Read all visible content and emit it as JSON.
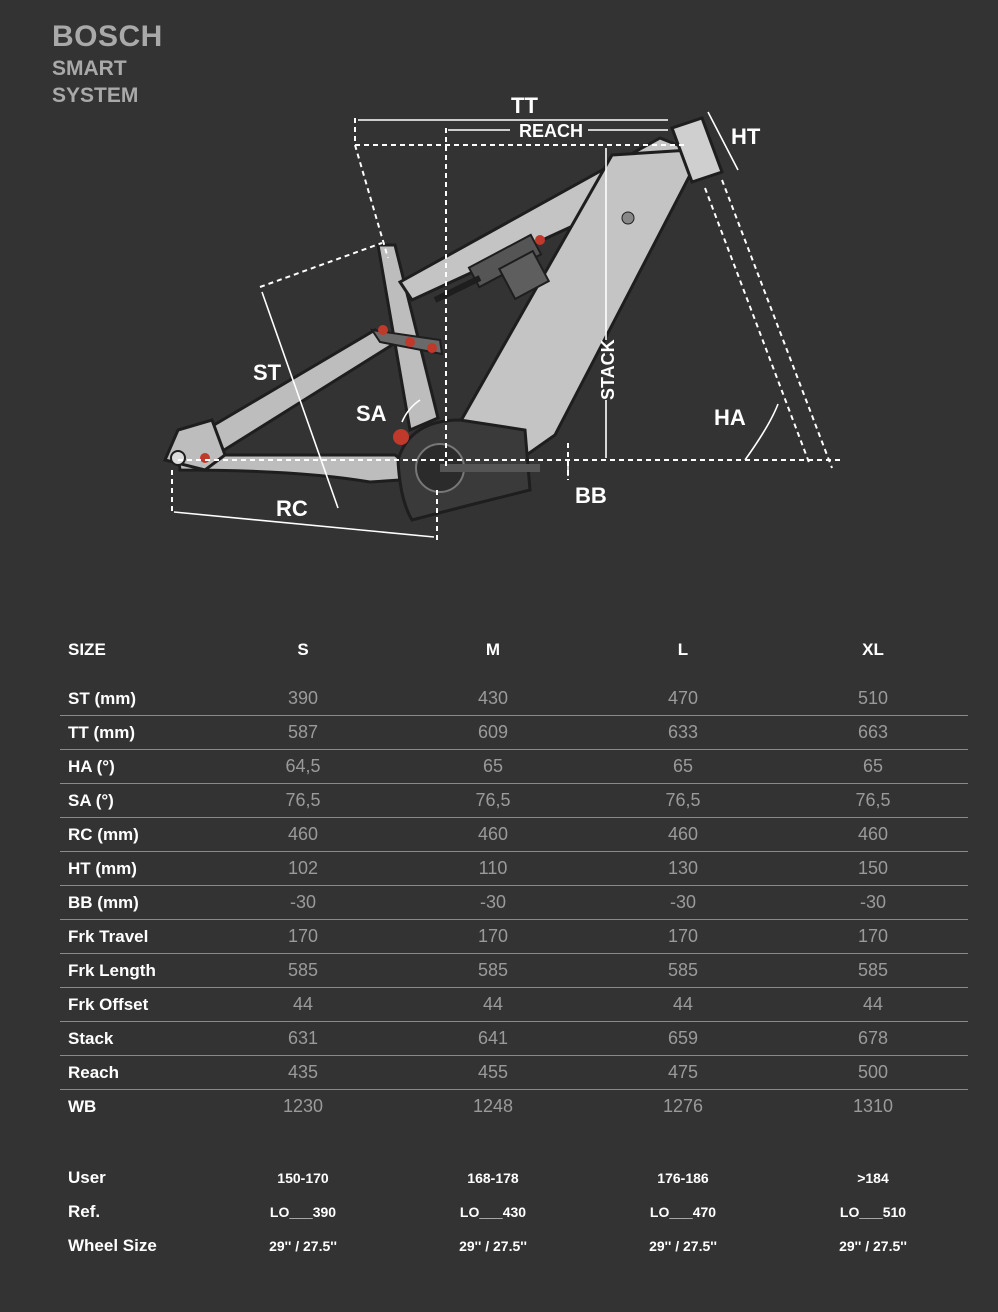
{
  "brand": {
    "line1": "BOSCH",
    "line2": "SMART",
    "line3": "SYSTEM"
  },
  "diagram": {
    "labels": {
      "tt": "TT",
      "reach": "REACH",
      "ht": "HT",
      "st": "ST",
      "sa": "SA",
      "stack": "STACK",
      "ha": "HA",
      "rc": "RC",
      "bb": "BB"
    }
  },
  "table": {
    "header": {
      "label": "SIZE",
      "sizes": [
        "S",
        "M",
        "L",
        "XL"
      ]
    },
    "rows": [
      {
        "label": "ST (mm)",
        "values": [
          "390",
          "430",
          "470",
          "510"
        ]
      },
      {
        "label": "TT (mm)",
        "values": [
          "587",
          "609",
          "633",
          "663"
        ]
      },
      {
        "label": "HA (°)",
        "values": [
          "64,5",
          "65",
          "65",
          "65"
        ]
      },
      {
        "label": "SA (°)",
        "values": [
          "76,5",
          "76,5",
          "76,5",
          "76,5"
        ]
      },
      {
        "label": "RC (mm)",
        "values": [
          "460",
          "460",
          "460",
          "460"
        ]
      },
      {
        "label": "HT (mm)",
        "values": [
          "102",
          "110",
          "130",
          "150"
        ]
      },
      {
        "label": "BB (mm)",
        "values": [
          "-30",
          "-30",
          "-30",
          "-30"
        ]
      },
      {
        "label": "Frk Travel",
        "values": [
          "170",
          "170",
          "170",
          "170"
        ]
      },
      {
        "label": "Frk Length",
        "values": [
          "585",
          "585",
          "585",
          "585"
        ]
      },
      {
        "label": "Frk Offset",
        "values": [
          "44",
          "44",
          "44",
          "44"
        ]
      },
      {
        "label": "Stack",
        "values": [
          "631",
          "641",
          "659",
          "678"
        ]
      },
      {
        "label": "Reach",
        "values": [
          "435",
          "455",
          "475",
          "500"
        ]
      },
      {
        "label": "WB",
        "values": [
          "1230",
          "1248",
          "1276",
          "1310"
        ]
      }
    ],
    "extra": [
      {
        "label": "User",
        "values": [
          "150-170",
          "168-178",
          "176-186",
          ">184"
        ]
      },
      {
        "label": "Ref.",
        "values": [
          "LO___390",
          "LO___430",
          "LO___470",
          "LO___510"
        ]
      },
      {
        "label": "Wheel Size",
        "values": [
          "29'' / 27.5''",
          "29'' / 27.5''",
          "29'' / 27.5''",
          "29'' / 27.5''"
        ]
      }
    ]
  }
}
